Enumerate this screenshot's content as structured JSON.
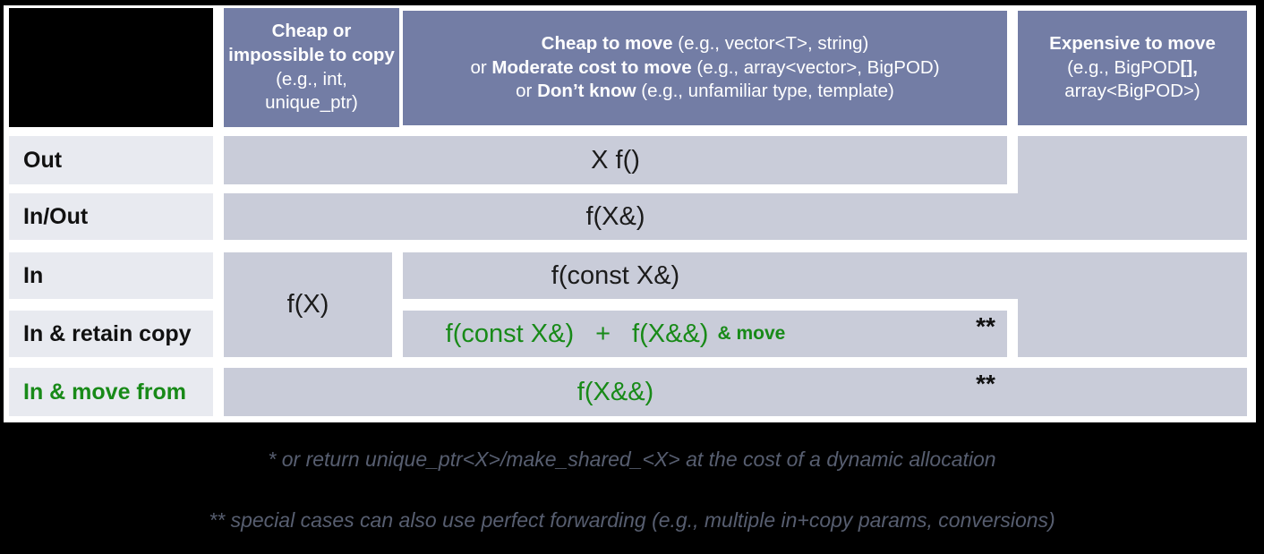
{
  "slide": {
    "colors": {
      "header_bg": "#737DA5",
      "cell_bg": "#C9CCD9",
      "label_bg": "#E8EAF0",
      "green_accent": "#188A18",
      "footnote_text": "#575E70",
      "background": "#000000"
    },
    "headers": {
      "col1": {
        "bold": "Cheap or impossible to copy",
        "rest": " (e.g., int, unique_ptr)"
      },
      "col2": {
        "lines": [
          {
            "pre": "",
            "bold": "Cheap to move",
            "rest": " (e.g., vector<T>, string)"
          },
          {
            "pre": "or ",
            "bold": "Moderate cost to move",
            "rest": " (e.g., array<vector>, BigPOD)"
          },
          {
            "pre": "or ",
            "bold": "Don’t know",
            "rest": " (e.g., unfamiliar type, template)"
          }
        ]
      },
      "col3": {
        "line1": "Expensive to move",
        "line2_pre": "(e.g., BigPOD",
        "line2_bold": "[],",
        "line3": "array<BigPOD>)"
      }
    },
    "rows": {
      "out": {
        "label": "Out",
        "code": "X f()"
      },
      "inout": {
        "label": "In/Out",
        "code": "f(X&)"
      },
      "in": {
        "label": "In",
        "code": "f(const X&)",
        "col1_code": "f(X)"
      },
      "retain": {
        "label": "In & retain copy",
        "part1": "f(const X&)",
        "plus": "+",
        "part2": "f(X&&)",
        "suffix": "& move",
        "stars": "**"
      },
      "movefrom": {
        "label": "In & move from",
        "code": "f(X&&)",
        "stars": "**"
      }
    },
    "footnotes": {
      "first": "* or return unique_ptr<X>/make_shared_<X> at the cost of a dynamic allocation",
      "second": "** special cases can also use perfect forwarding (e.g., multiple in+copy params, conversions)"
    }
  }
}
